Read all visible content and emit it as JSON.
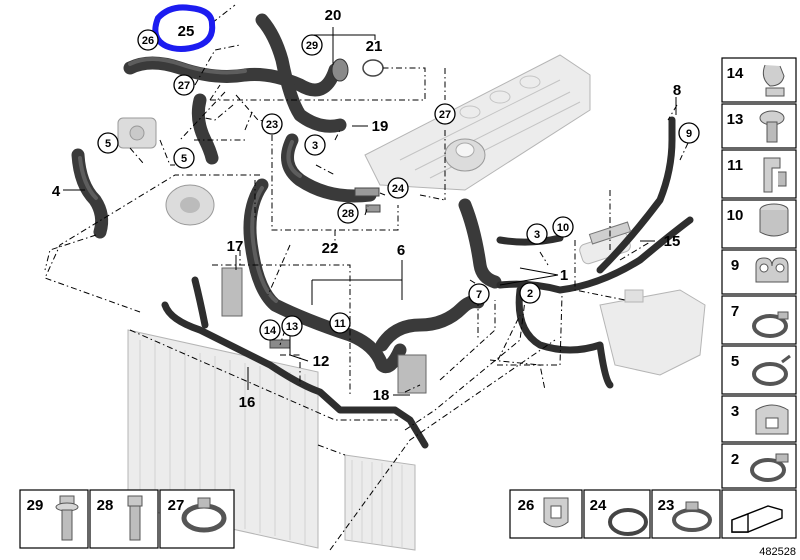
{
  "diagram_id": "482528",
  "callouts": {
    "c20": "20",
    "c21": "21",
    "c29a": "29",
    "c25": "25",
    "c26": "26",
    "c27a": "27",
    "c27b": "27",
    "c19": "19",
    "c23": "23",
    "c3a": "3",
    "c5a": "5",
    "c5b": "5",
    "c4": "4",
    "c24": "24",
    "c28": "28",
    "c22": "22",
    "c8": "8",
    "c9": "9",
    "c3b": "3",
    "c10": "10",
    "c15": "15",
    "c6": "6",
    "c1": "1",
    "c2": "2",
    "c7": "7",
    "c17": "17",
    "c11": "11",
    "c14": "14",
    "c13": "13",
    "c12": "12",
    "c16": "16",
    "c18": "18"
  },
  "legend_right": [
    {
      "num": "14",
      "icon": "hose-clip-icon"
    },
    {
      "num": "13",
      "icon": "expanding-rivet-icon"
    },
    {
      "num": "11",
      "icon": "holder-bracket-icon"
    },
    {
      "num": "10",
      "icon": "quick-coupling-icon"
    },
    {
      "num": "9",
      "icon": "hose-holder-icon"
    },
    {
      "num": "7",
      "icon": "hose-clamp-icon"
    },
    {
      "num": "5",
      "icon": "spring-band-clamp-icon"
    },
    {
      "num": "3",
      "icon": "retaining-clip-icon"
    },
    {
      "num": "2",
      "icon": "hose-clamp-icon"
    }
  ],
  "legend_bottom_left": [
    {
      "num": "29",
      "icon": "collar-bolt-icon"
    },
    {
      "num": "28",
      "icon": "hex-bolt-icon"
    },
    {
      "num": "27",
      "icon": "hose-clamp-icon"
    }
  ],
  "legend_bottom_right": [
    {
      "num": "26",
      "icon": "rubber-grommet-icon"
    },
    {
      "num": "24",
      "icon": "sealing-ring-icon"
    },
    {
      "num": "23",
      "icon": "hose-clamp-icon"
    },
    {
      "num": "",
      "icon": "assortment-arrow-icon"
    }
  ]
}
